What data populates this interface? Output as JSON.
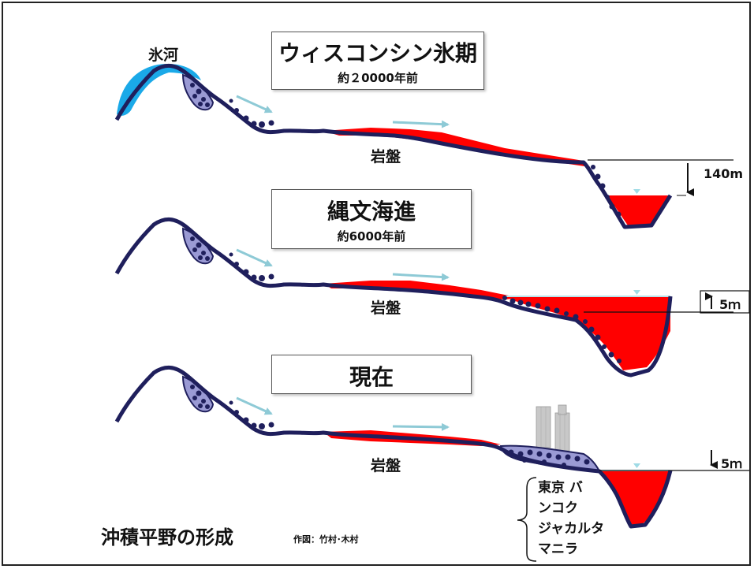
{
  "colors": {
    "rock": "#1f1f5c",
    "sediment": "#ff0000",
    "glacier": "#1aa9e8",
    "debris": "#9a9ad4",
    "arrow": "#8ecad6",
    "water_marker": "#9fdbe6"
  },
  "panels": [
    {
      "title": "ウィスコンシン氷期",
      "subtitle": "約２0000年前",
      "bedrock_label": "岩盤",
      "level_value": "140m",
      "level_direction": "down"
    },
    {
      "title": "縄文海進",
      "subtitle": "約6000年前",
      "bedrock_label": "岩盤",
      "level_value": "5ｍ",
      "level_direction": "up"
    },
    {
      "title": "現在",
      "bedrock_label": "岩盤",
      "level_value": "5ｍ",
      "level_direction": "down",
      "cities": [
        "東京 バ",
        "ンコク",
        "ジャカルタ",
        "マニラ"
      ]
    }
  ],
  "glacier_label": "氷河",
  "figure_title": "沖積平野の形成",
  "credit": "作図：竹村･木村"
}
